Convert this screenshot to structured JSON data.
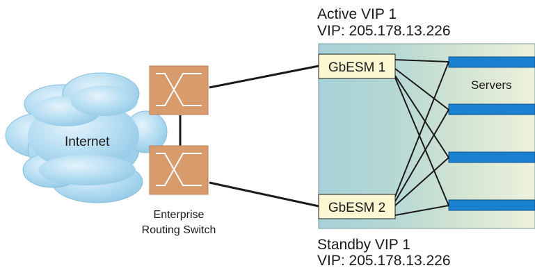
{
  "active_vip": {
    "line1": "Active VIP 1",
    "line2": "VIP: 205.178.13.226"
  },
  "standby_vip": {
    "line1": "Standby VIP 1",
    "line2": "VIP: 205.178.13.226"
  },
  "cloud": {
    "label": "Internet"
  },
  "switch": {
    "line1": "Enterprise",
    "line2": "Routing Switch"
  },
  "gbesm1": {
    "label": "GbESM 1"
  },
  "gbesm2": {
    "label": "GbESM 2"
  },
  "servers": {
    "label": "Servers"
  },
  "colors": {
    "cloud_fill": "#a9d5ec",
    "switch_fill": "#d79b6c",
    "chassis_fill": "#a9d3d8",
    "gbesm_fill": "#fcf8d4",
    "server_fill": "#1a80d0"
  }
}
